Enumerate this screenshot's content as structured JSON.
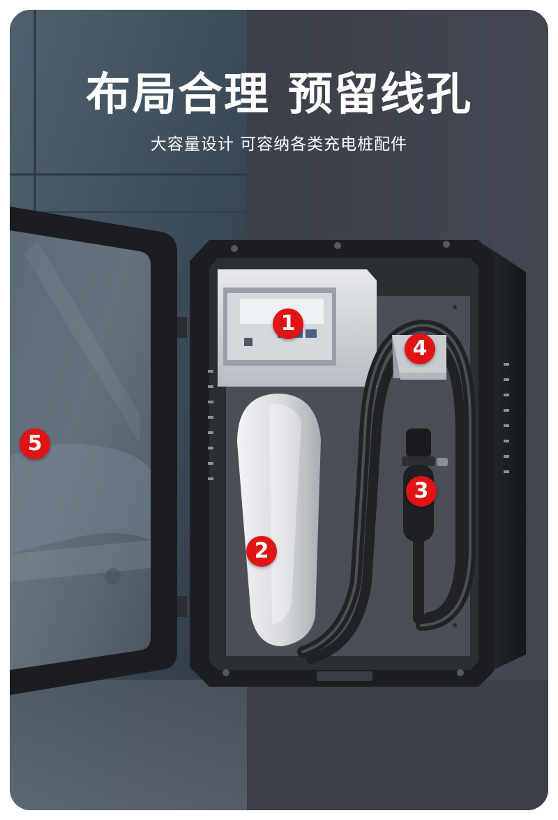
{
  "header": {
    "title_part1": "布局合理",
    "title_part2": "预留线孔",
    "subtitle": "大容量设计 可容纳各类充电桩配件"
  },
  "callouts": [
    {
      "label": "1",
      "component": "circuit-breaker-panel"
    },
    {
      "label": "2",
      "component": "wall-charger-unit"
    },
    {
      "label": "3",
      "component": "charging-connector-plug"
    },
    {
      "label": "4",
      "component": "cable-holder-hook"
    },
    {
      "label": "5",
      "component": "transparent-door"
    }
  ],
  "colors": {
    "background_dark": "#3a3f48",
    "badge_red": "#e01414",
    "enclosure_black": "#1c1e22",
    "panel_grey": "#4a4e55",
    "text_white": "#ffffff"
  }
}
